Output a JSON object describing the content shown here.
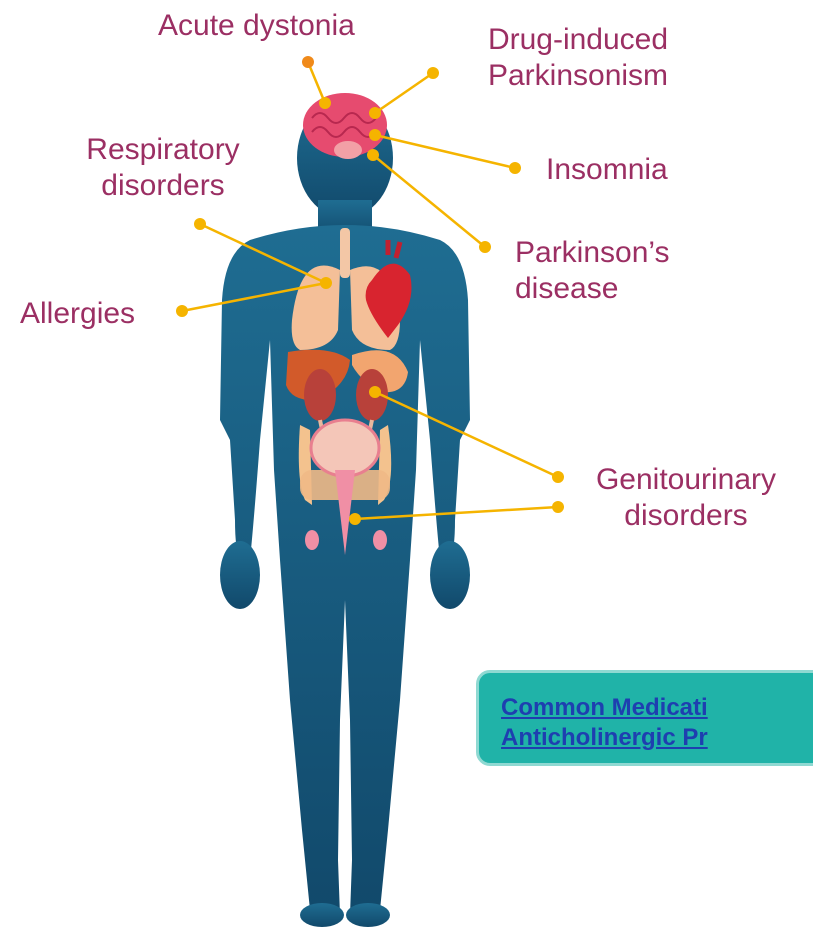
{
  "labels": {
    "acute_dystonia": "Acute dystonia",
    "drug_induced_line1": "Drug-induced",
    "drug_induced_line2": "Parkinsonism",
    "insomnia": "Insomnia",
    "respiratory_line1": "Respiratory",
    "respiratory_line2": "disorders",
    "parkinsons_line1": "Parkinson’s",
    "parkinsons_line2": "disease",
    "allergies": "Allergies",
    "genitourinary_line1": "Genitourinary",
    "genitourinary_line2": "disorders"
  },
  "callout": {
    "line1": "Common Medicati",
    "line2": "Anticholinergic Pr"
  },
  "colors": {
    "label_text": "#9b2f63",
    "connector": "#f5b400",
    "body": "#1a6186",
    "callout_bg": "#20b3a8",
    "callout_text": "#1e3fb0"
  }
}
